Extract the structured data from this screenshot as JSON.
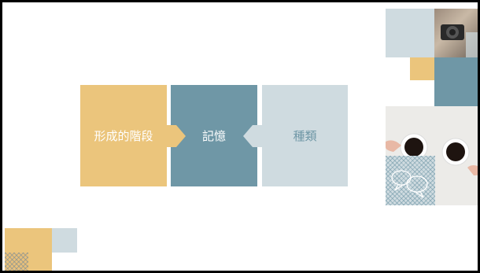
{
  "slide": {
    "boxes": [
      {
        "label": "形成的階段"
      },
      {
        "label": "記憶"
      },
      {
        "label": "種類"
      }
    ]
  },
  "colors": {
    "gold": "#ebc57c",
    "steel": "#6f97a6",
    "pale": "#cfdbe0"
  },
  "icons": [
    "arrow-right-icon",
    "arrow-left-icon",
    "camera-photo",
    "coffee-cups-photo"
  ]
}
